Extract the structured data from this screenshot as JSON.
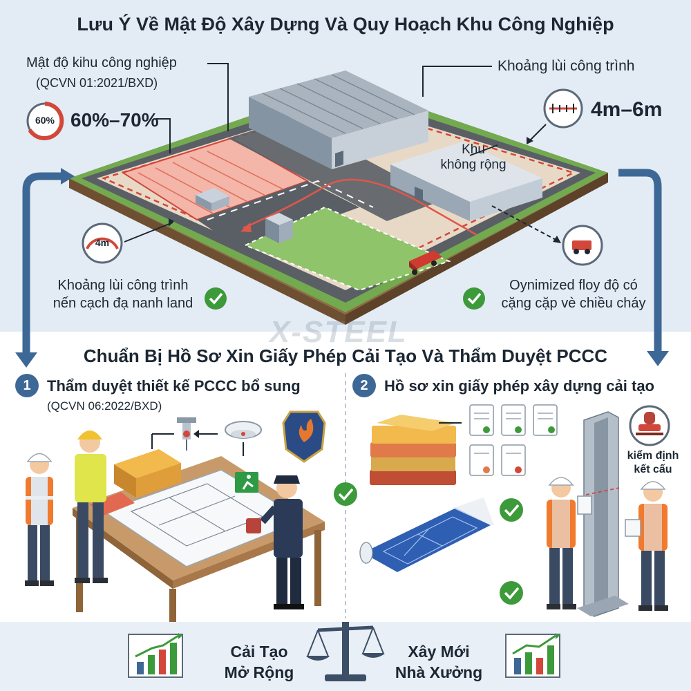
{
  "top": {
    "title": "Lưu Ý Về Mật Độ Xây Dựng Và Quy Hoạch Khu Công Nghiệp",
    "density_label": "Mật độ kihu công nghiệp",
    "density_ref": "(QCVN 01:2021/BXD)",
    "density_badge": "60%",
    "density_value": "60%–70%",
    "setback_label_right": "Khoảng lùi công trình",
    "setback_value": "4m–6m",
    "zone_label_line1": "Khu",
    "zone_label_line2": "không rộng",
    "setback_badge": "4m",
    "setback_note_line1": "Khoảng lùi công trình",
    "setback_note_line2": "nến cạch đạ nanh land",
    "fire_note_line1": "Oynimized floy độ có",
    "fire_note_line2": "cặng cặp vè chiều cháy"
  },
  "watermark": "X-STEEL",
  "bottom": {
    "title": "Chuẩn Bị Hồ Sơ Xin Giấy Phép Cải Tạo Và Thẩm Duyệt PCCC",
    "step1_num": "1",
    "step1_title": "Thẩm duyệt thiết kế PCCC bổ sung",
    "step1_ref": "(QCVN 06:2022/BXD)",
    "step2_num": "2",
    "step2_title": "Hồ sơ xin giấy phép xây dựng cải tạo",
    "inspect_line1": "kiểm định",
    "inspect_line2": "kết cấu"
  },
  "footer": {
    "left_line1": "Cải Tạo",
    "left_line2": "Mở Rộng",
    "right_line1": "Xây Mới",
    "right_line2": "Nhà Xưởng"
  },
  "colors": {
    "accent_blue": "#3d6896",
    "check_green": "#3c9a3a",
    "danger_red": "#d2473a",
    "grass": "#6ea64c"
  }
}
